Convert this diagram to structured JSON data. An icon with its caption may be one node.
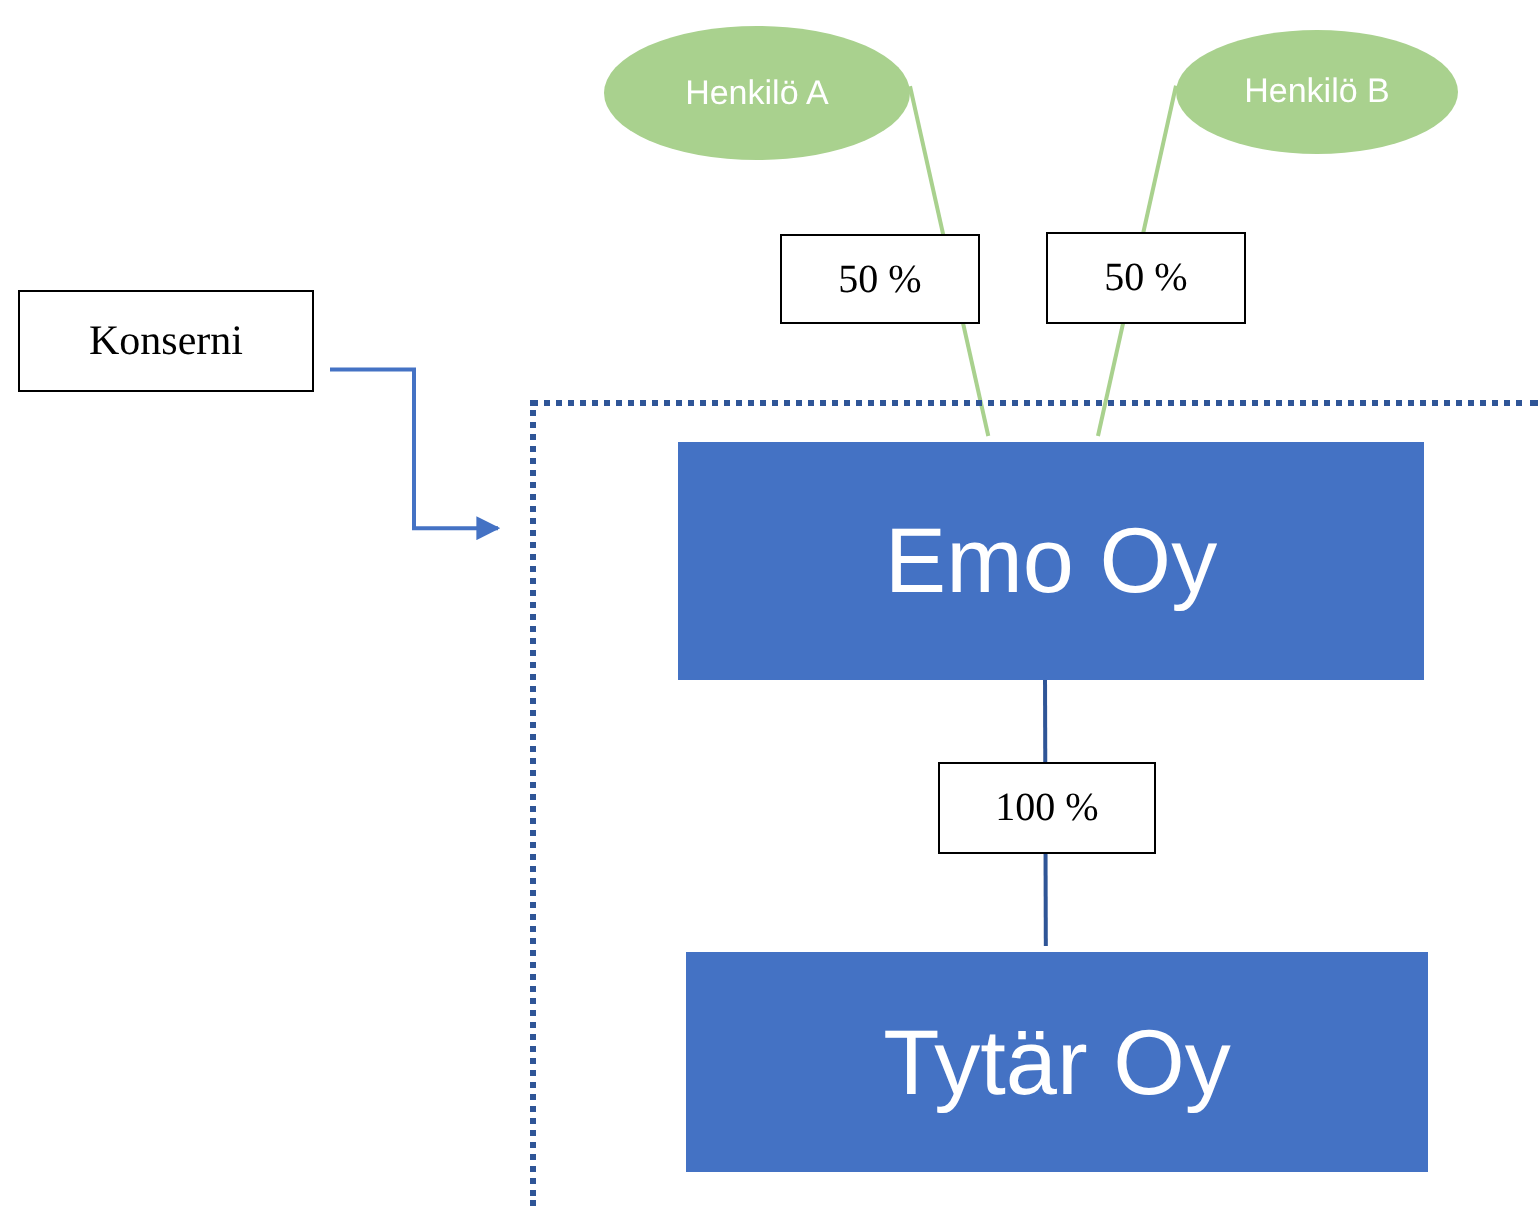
{
  "diagram": {
    "nodes": [
      {
        "text": [
          "Henkilö A"
        ]
      },
      {
        "text": [
          "Henkilö B"
        ]
      },
      {
        "text": [
          "Konserni"
        ]
      },
      {
        "text": [],
        "shape": "box"
      },
      {
        "text": [
          "Emo Oy"
        ],
        "in": 3
      },
      {
        "text": [
          "Tytär Oy"
        ],
        "in": 3
      }
    ],
    "edges": [
      {
        "from": 0,
        "to": 4,
        "arrow": "none",
        "label": "50 %",
        "color": "#a9d18e"
      },
      {
        "from": 1,
        "to": 4,
        "arrow": "none",
        "label": "50 %",
        "color": "#a9d18e"
      },
      {
        "from": 2,
        "to": 3,
        "arrow": "to",
        "color": "#4472c4"
      },
      {
        "from": 4,
        "to": 5,
        "arrow": "none",
        "label": "100 %",
        "color": "#2f5597"
      }
    ]
  }
}
